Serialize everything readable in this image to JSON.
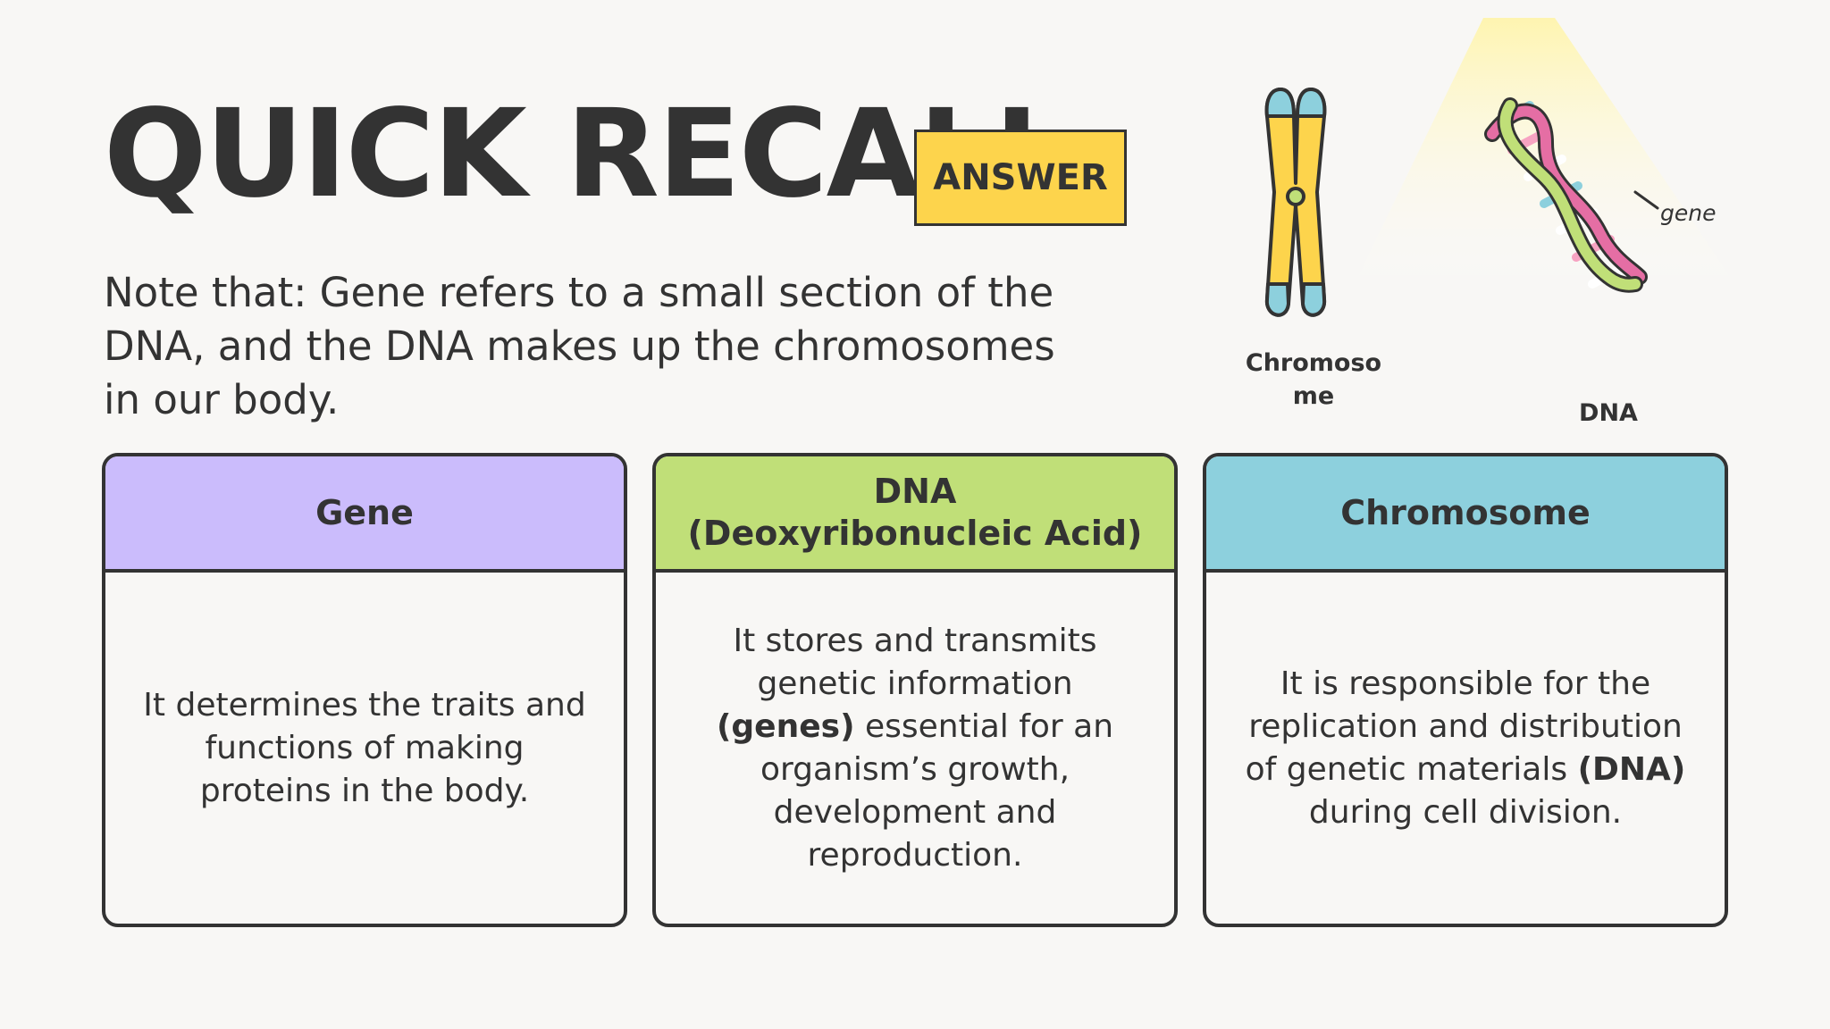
{
  "slide": {
    "title": "QUICK RECALL",
    "badge": "ANSWER",
    "note": "Note that: Gene refers to a small section of the DNA, and the DNA makes up the chromosomes in our body."
  },
  "illustration": {
    "chromosome_label": "Chromosome",
    "dna_label": "DNA",
    "gene_label": "gene"
  },
  "colors": {
    "background": "#f8f7f5",
    "text": "#333333",
    "badge": "#fdd44c",
    "gene_header": "#cbbcfc",
    "dna_header": "#c0df78",
    "chromosome_header": "#8dd0dd"
  },
  "cards": [
    {
      "title": "Gene",
      "body": [
        "It determines the traits and functions of making proteins in the body."
      ]
    },
    {
      "title": "DNA\n(Deoxyribonucleic Acid)",
      "body": [
        "It stores and transmits genetic information ",
        "(genes)",
        " essential for an organism’s growth, development and reproduction."
      ]
    },
    {
      "title": "Chromosome",
      "body": [
        "It is responsible for the replication and distribution of genetic materials ",
        "(DNA)",
        " during cell division."
      ]
    }
  ]
}
